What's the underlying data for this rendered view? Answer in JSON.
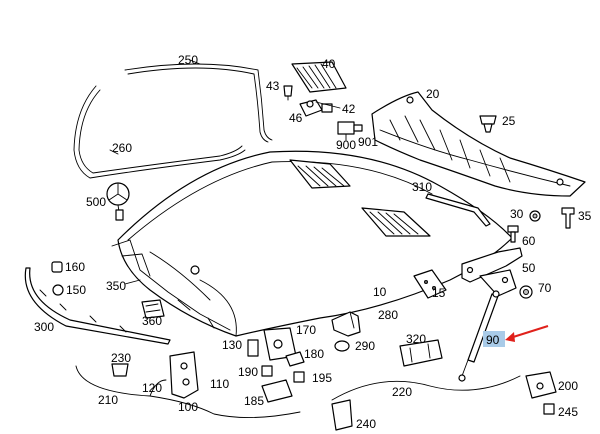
{
  "colors": {
    "line": "#000000",
    "highlight": "#a9cbe8",
    "arrow": "#e0211b"
  },
  "highlighted_label": "90",
  "callouts": {
    "l250": "250",
    "l260": "260",
    "l40": "40",
    "l43": "43",
    "l46": "46",
    "l42": "42",
    "l900": "900",
    "l901": "901",
    "l20": "20",
    "l25": "25",
    "l500": "500",
    "l310": "310",
    "l30": "30",
    "l35": "35",
    "l60": "60",
    "l160": "160",
    "l150": "150",
    "l350": "350",
    "l50": "50",
    "l70": "70",
    "l10": "10",
    "l15": "15",
    "l300": "300",
    "l360": "360",
    "l280": "280",
    "l170": "170",
    "l130": "130",
    "l290": "290",
    "l320": "320",
    "l90": "90",
    "l180": "180",
    "l230": "230",
    "l190": "190",
    "l110": "110",
    "l195": "195",
    "l120": "120",
    "l220": "220",
    "l200": "200",
    "l210": "210",
    "l100": "100",
    "l185": "185",
    "l245": "245",
    "l240": "240"
  }
}
